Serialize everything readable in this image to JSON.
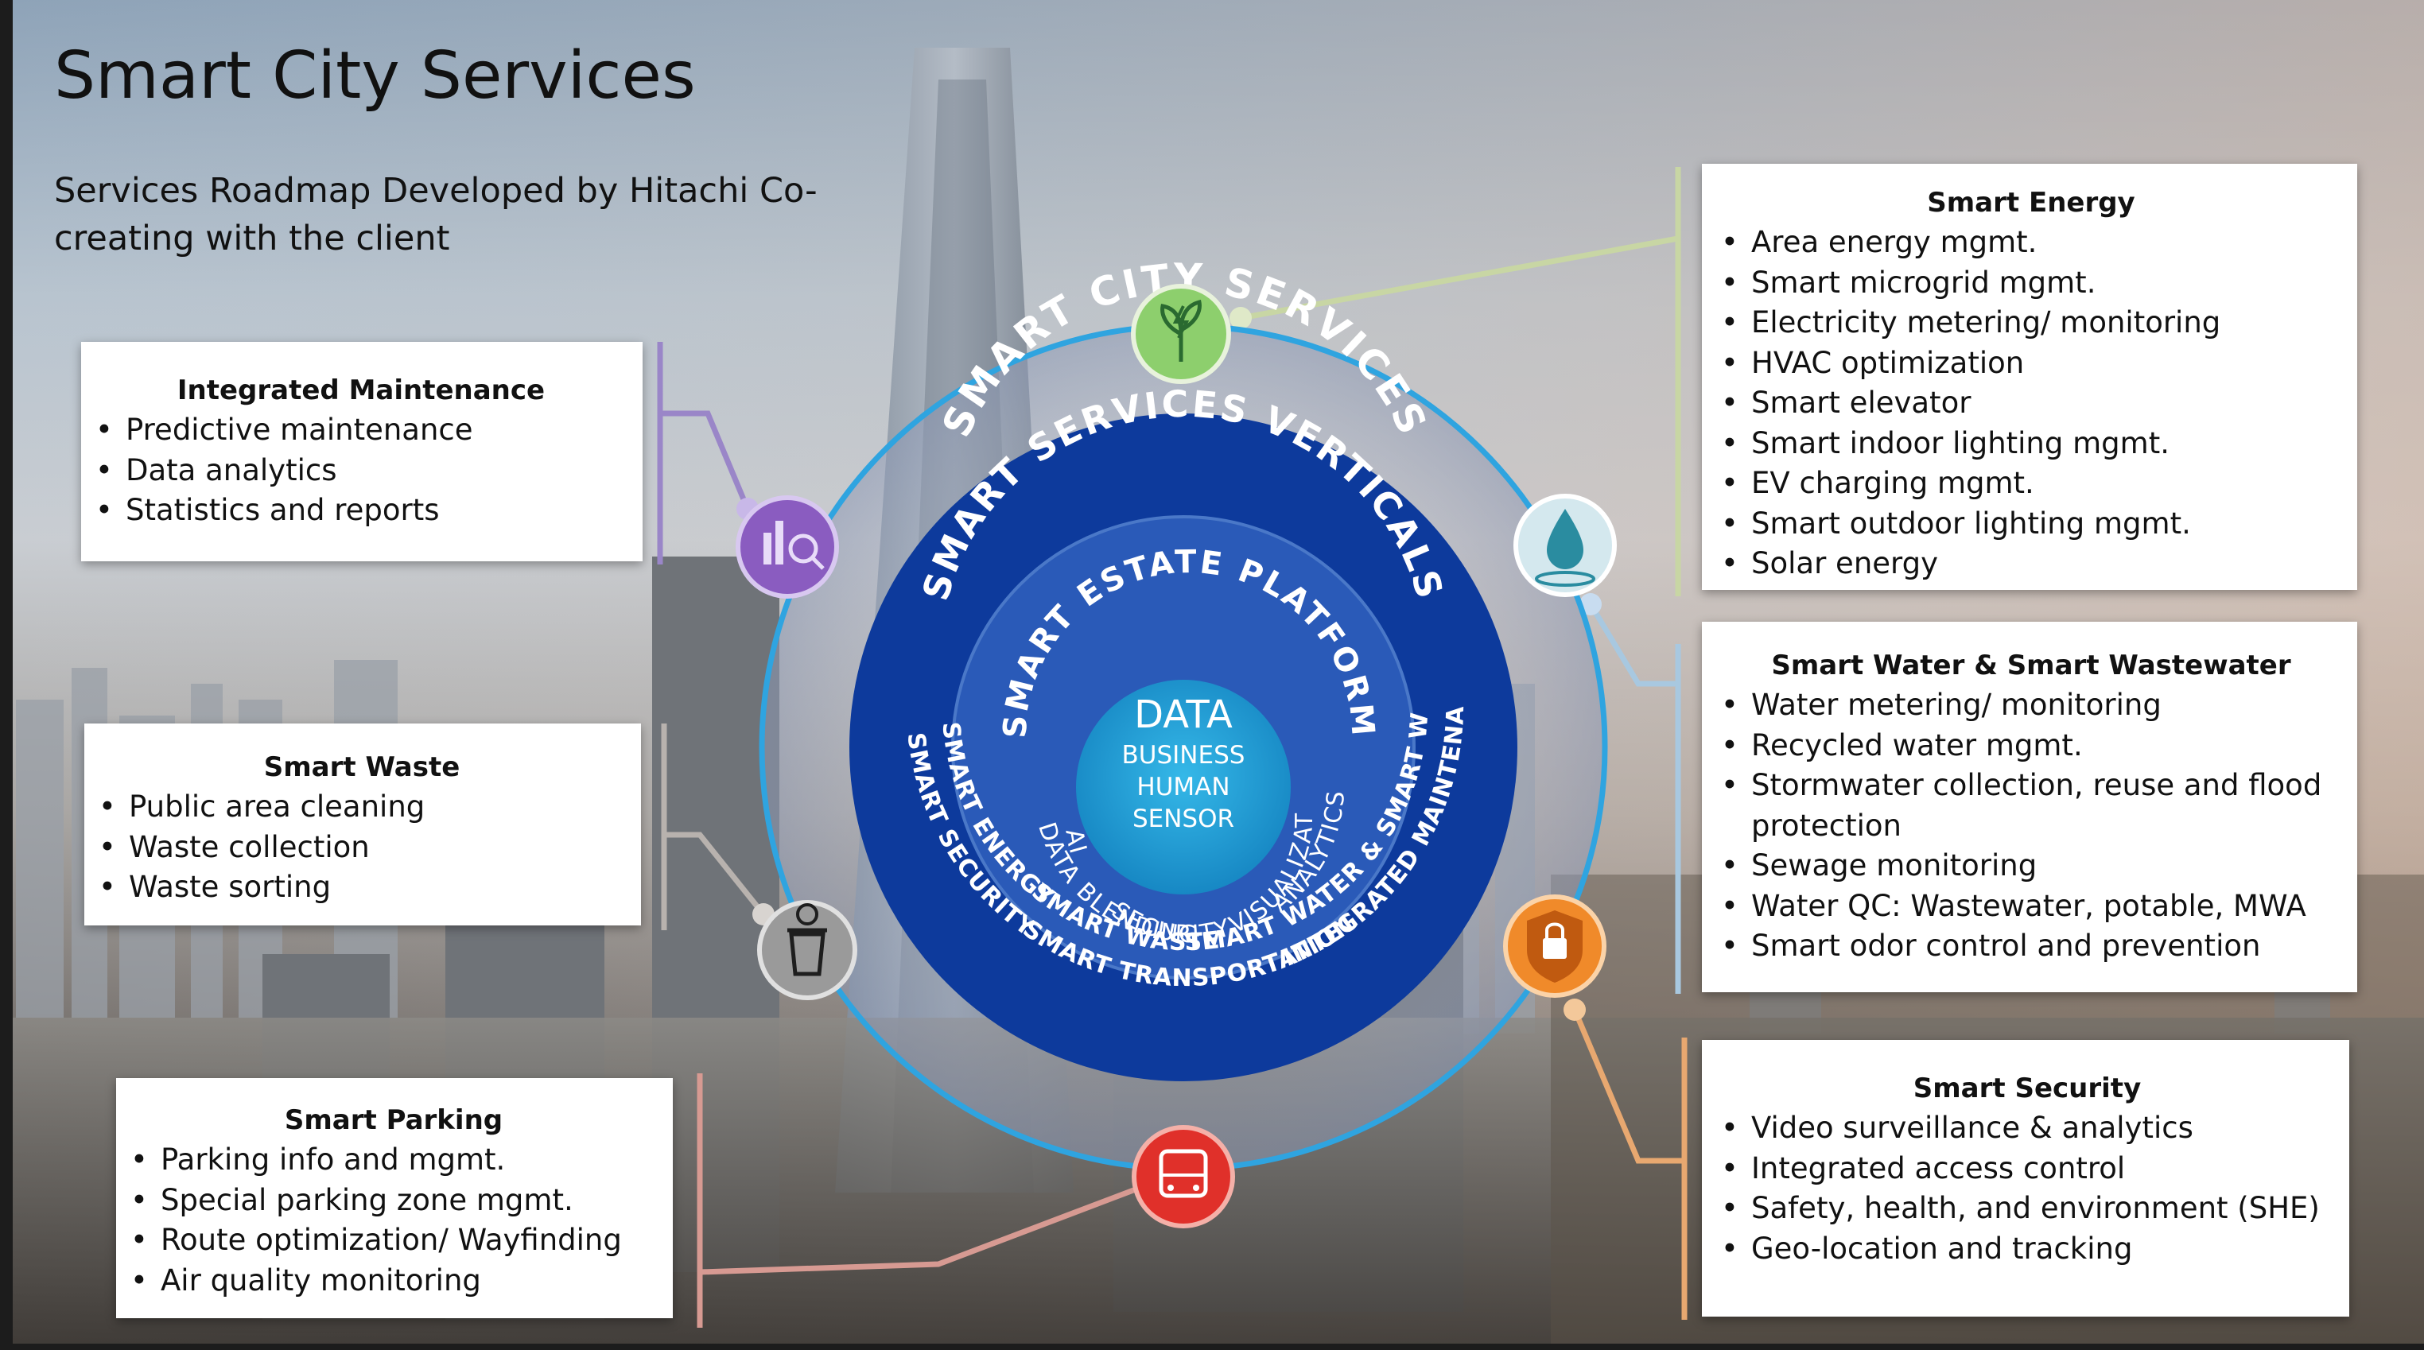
{
  "title": "Smart City Services",
  "subtitle": "Services Roadmap Developed by Hitachi Co-creating with the client",
  "cards": {
    "maintenance": {
      "heading": "Integrated Maintenance",
      "items": [
        "Predictive maintenance",
        "Data analytics",
        "Statistics and reports"
      ]
    },
    "waste": {
      "heading": "Smart Waste",
      "items": [
        "Public area cleaning",
        "Waste collection",
        "Waste sorting"
      ]
    },
    "parking": {
      "heading": "Smart Parking",
      "items": [
        "Parking info and mgmt.",
        "Special parking zone mgmt.",
        "Route optimization/ Wayfinding",
        "Air quality monitoring"
      ]
    },
    "energy": {
      "heading": "Smart Energy",
      "items": [
        "Area energy mgmt.",
        "Smart microgrid mgmt.",
        "Electricity metering/ monitoring",
        "HVAC optimization",
        "Smart elevator",
        "Smart indoor lighting mgmt.",
        "EV charging mgmt.",
        "Smart outdoor lighting mgmt.",
        "Solar energy"
      ]
    },
    "water": {
      "heading": "Smart Water & Smart Wastewater",
      "items": [
        "Water metering/ monitoring",
        "Recycled water mgmt.",
        "Stormwater collection, reuse and flood protection",
        "Sewage monitoring",
        "Water QC: Wastewater, potable, MWA",
        "Smart odor control and prevention"
      ]
    },
    "security": {
      "heading": "Smart Security",
      "items": [
        "Video surveillance & analytics",
        "Integrated access control",
        "Safety, health, and environment (SHE)",
        "Geo-location and tracking"
      ]
    }
  },
  "wheel": {
    "outer_ring_label": "SMART CITY SERVICES",
    "verticals_label": "SMART SERVICES VERTICALS",
    "platform_label": "SMART ESTATE PLATFORM",
    "core": {
      "line1": "DATA",
      "line2": "BUSINESS",
      "line3": "HUMAN",
      "line4": "SENSOR"
    },
    "platform_features": {
      "data_blending": "DATA BLENDING",
      "ai": "AI",
      "security": "SECURITY",
      "analytics": "ANALYTICS",
      "visualization": "VISUALIZATION"
    },
    "verticals": {
      "energy": "SMART ENERGY",
      "security": "SMART SECURITY",
      "waste": "SMART WASTE",
      "water": "SMART WATER & SMART WASTEWATER",
      "maintenance": "INTEGRATED MAINTENANCE",
      "transportation": "SMART TRANSPORTATION"
    }
  },
  "icons": {
    "energy": "plant-bolt-icon",
    "water": "water-drop-icon",
    "security": "padlock-shield-icon",
    "transport": "bus-icon",
    "waste": "recycle-bin-icon",
    "maintenance": "analytics-gear-icon"
  },
  "colors": {
    "ring_dark_blue": "#0d3a9c",
    "ring_mid_blue": "#2a5ab8",
    "core_cyan": "#1aa3d8",
    "outer_ring_border": "#2fa4e0",
    "energy_green": "#8dcf6d",
    "water_teal": "#3aa8b8",
    "security_orange": "#f08a2a",
    "transport_red": "#e0302a",
    "waste_gray": "#8a8a8a",
    "maintenance_purple": "#8a5cc0"
  }
}
